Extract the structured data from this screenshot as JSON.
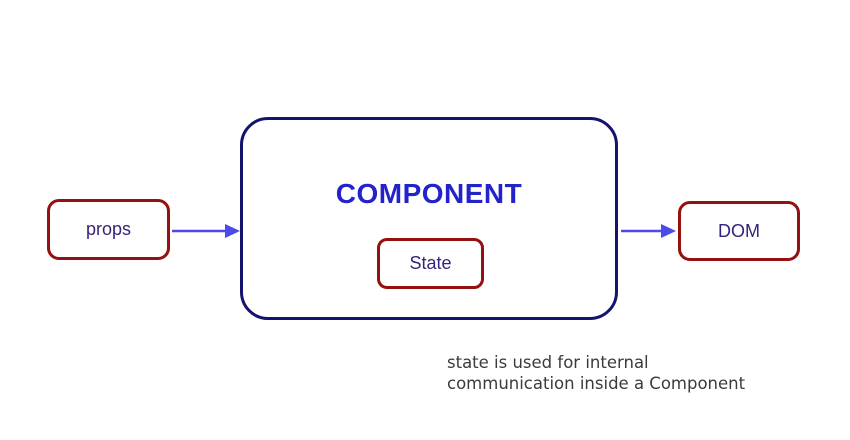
{
  "diagram": {
    "component": {
      "label": "COMPONENT"
    },
    "state": {
      "label": "State"
    },
    "props": {
      "label": "props"
    },
    "dom": {
      "label": "DOM"
    },
    "caption": {
      "line1": "state is used for internal",
      "line2": "communication inside a Component"
    },
    "arrows": [
      {
        "name": "props-to-component",
        "from": "props",
        "to": "component"
      },
      {
        "name": "component-to-dom",
        "from": "component",
        "to": "dom"
      }
    ],
    "colors": {
      "background": "#ffffff",
      "component_border": "#14146e",
      "component_text": "#2323cc",
      "node_border": "#941111",
      "node_text": "#3a2178",
      "arrow": "#4b4beb",
      "caption_text": "#3b3b3b"
    }
  }
}
